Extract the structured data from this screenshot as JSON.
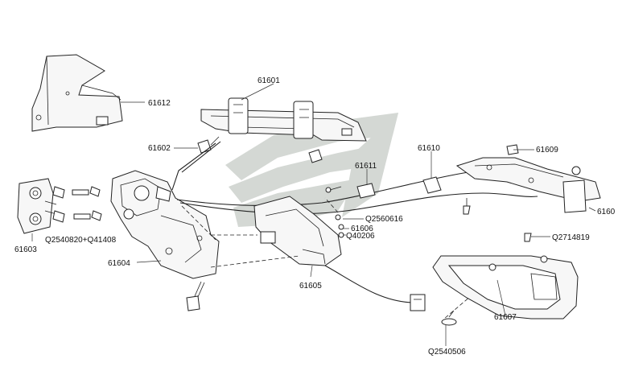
{
  "callouts": {
    "c61601": "61601",
    "c61612": "61612",
    "c61602": "61602",
    "c61610": "61610",
    "c61609": "61609",
    "c61611": "61611",
    "c61603": "61603",
    "q2540820": "Q2540820+Q41408",
    "c61604": "61604",
    "q2560616": "Q2560616",
    "c61606": "61606",
    "q40206": "Q40206",
    "c61605": "61605",
    "c6160x": "6160",
    "q2714819": "Q2714819",
    "c61607": "61607",
    "q2540506": "Q2540506"
  },
  "colors": {
    "line": "#222222",
    "watermark": "#d4d8d4",
    "background": "#ffffff"
  }
}
